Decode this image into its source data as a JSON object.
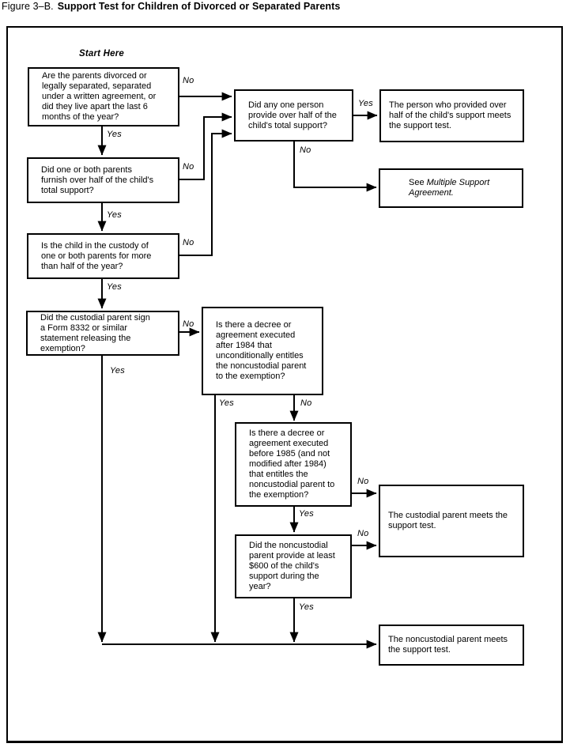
{
  "title": {
    "prefix": "Figure 3–B.",
    "main": "Support Test for Children of Divorced or Separated Parents"
  },
  "start_here": "Start Here",
  "labels": {
    "yes": "Yes",
    "no": "No"
  },
  "boxes": {
    "q_divorced": "Are the parents divorced or\nlegally separated, separated\nunder a written agreement, or\ndid they live apart the last 6\nmonths of the year?",
    "q_one_person": "Did any one person\nprovide over half of the\nchild's total support?",
    "q_both_parents": "Did one or both parents\nfurnish over half of the child's\ntotal support?",
    "q_custody": "Is the child in the custody of\none or both parents for more\nthan half of the year?",
    "q_form_8332": "Did the custodial parent sign\na Form 8332 or similar\nstatement releasing the\nexemption?",
    "q_decree_after_1984": "Is there a decree or\nagreement executed\nafter 1984 that\nunconditionally entitles\nthe noncustodial parent\nto the exemption?",
    "q_decree_before_1985": "Is there a decree or\nagreement executed\nbefore 1985 (and not\nmodified after 1984)\nthat entitles the\nnoncustodial parent to\nthe exemption?",
    "q_600_support": "Did the noncustodial\nparent provide at least\n$600 of the child's\nsupport during the\nyear?",
    "r_person_provided": "The person who provided over\nhalf of the child's support meets\nthe support test.",
    "r_see_prefix": "See",
    "r_see_italic": "Multiple Support\nAgreement.",
    "r_custodial": "The custodial parent meets the\nsupport test.",
    "r_noncustodial": "The noncustodial parent meets\nthe support test."
  }
}
